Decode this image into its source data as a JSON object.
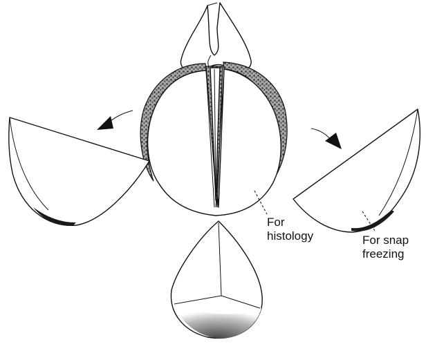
{
  "labels": {
    "histology_line1": "For",
    "histology_line2": "histology",
    "snap_line1": "For snap",
    "snap_line2": "freezing"
  },
  "colors": {
    "ink": "#111111",
    "paper": "#ffffff",
    "stipple": "#555555"
  }
}
